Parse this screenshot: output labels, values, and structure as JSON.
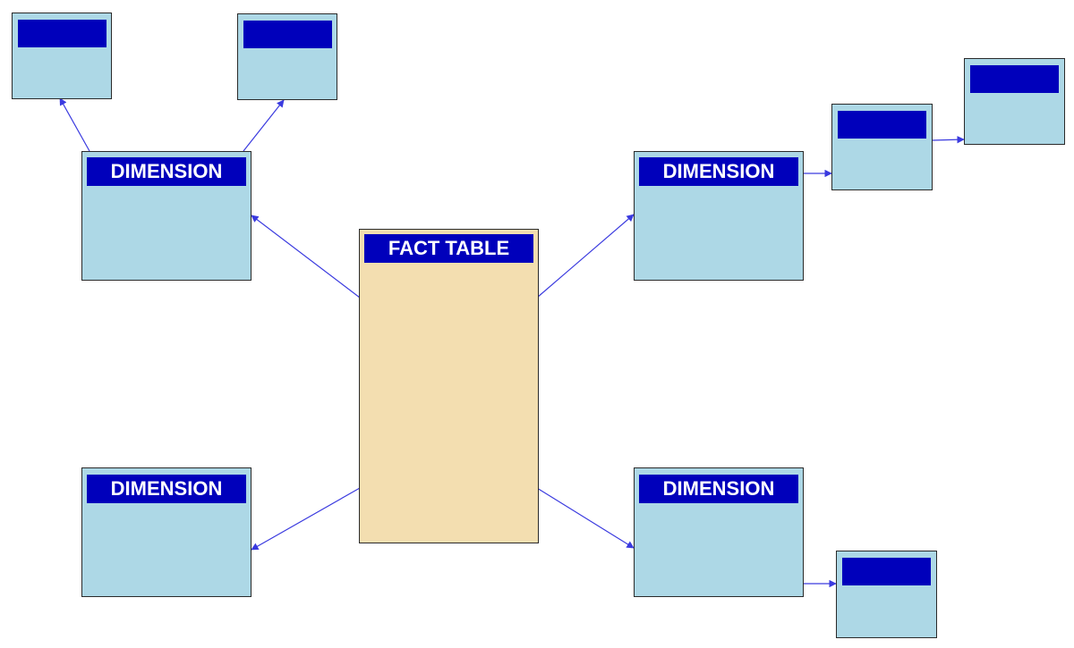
{
  "fact": {
    "title": "FACT TABLE"
  },
  "dimensions": [
    {
      "title": "DIMENSION"
    },
    {
      "title": "DIMENSION"
    },
    {
      "title": "DIMENSION"
    },
    {
      "title": "DIMENSION"
    }
  ],
  "colors": {
    "header": "#0000bb",
    "header_text": "#ffffff",
    "dimension_fill": "#add8e6",
    "fact_fill": "#f3deb0",
    "connector": "#3a3adf",
    "border": "#2a2a2a"
  }
}
